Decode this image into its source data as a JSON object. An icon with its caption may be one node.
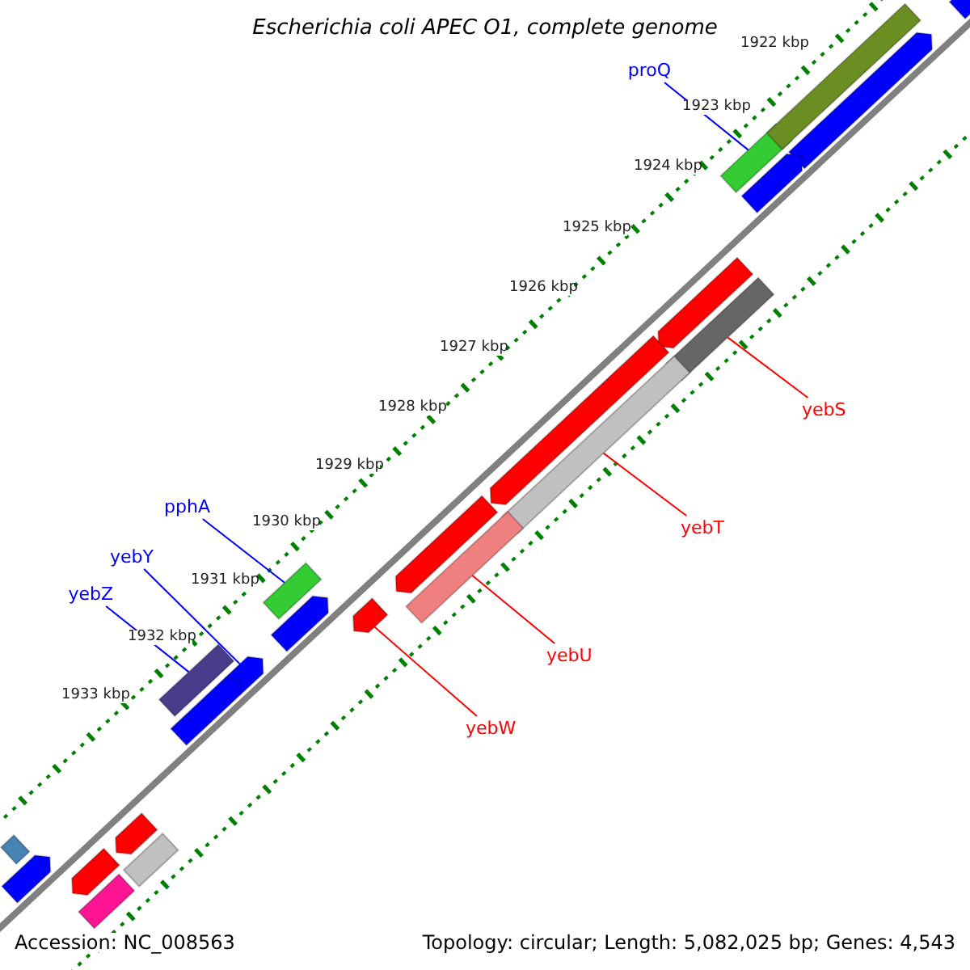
{
  "diagram": {
    "title": "Escherichia coli APEC O1, complete genome",
    "nodes": [
      {
        "text": [
          "proQ"
        ]
      },
      {
        "text": [],
        "shape": "bar"
      },
      {
        "text": [
          "pphA"
        ]
      },
      {
        "text": [],
        "shape": "bar"
      },
      {
        "text": [
          "yebY"
        ]
      },
      {
        "text": [],
        "shape": "bar"
      },
      {
        "text": [
          "yebZ"
        ]
      },
      {
        "text": [],
        "shape": "bar"
      },
      {
        "text": [
          "yebS"
        ]
      },
      {
        "text": [],
        "shape": "bar"
      },
      {
        "text": [
          "yebT"
        ]
      },
      {
        "text": [],
        "shape": "bar"
      },
      {
        "text": [
          "yebU"
        ]
      },
      {
        "text": [],
        "shape": "bar"
      },
      {
        "text": [
          "yebW"
        ]
      },
      {
        "text": [],
        "shape": "bar"
      },
      {
        "text": [],
        "shape": "bar"
      },
      {
        "text": [],
        "shape": "bar"
      },
      {
        "text": [],
        "shape": "bar"
      },
      {
        "text": [],
        "shape": "bar"
      },
      {
        "text": [],
        "shape": "bar"
      },
      {
        "text": [],
        "shape": "bar"
      },
      {
        "text": [],
        "shape": "bar"
      },
      {
        "text": [],
        "shape": "bar"
      },
      {
        "text": [],
        "shape": "bar"
      },
      {
        "text": [],
        "shape": "bar"
      },
      {
        "text": [],
        "shape": "bar"
      },
      {
        "text": [],
        "shape": "bar"
      },
      {
        "text": [],
        "shape": "bar"
      },
      {
        "text": [],
        "shape": "bar"
      },
      {
        "text": [],
        "shape": "bar"
      }
    ],
    "edges": [
      {
        "from": 0,
        "to": 1,
        "arrow": "none",
        "color": "#0000ff"
      },
      {
        "from": 2,
        "to": 3,
        "arrow": "none",
        "color": "#0000ff"
      },
      {
        "from": 4,
        "to": 5,
        "arrow": "none",
        "color": "#0000ff"
      },
      {
        "from": 6,
        "to": 7,
        "arrow": "none",
        "color": "#0000ff"
      },
      {
        "from": 8,
        "to": 9,
        "arrow": "none",
        "color": "#ff0000"
      },
      {
        "from": 10,
        "to": 11,
        "arrow": "none",
        "color": "#ff0000"
      },
      {
        "from": 12,
        "to": 13,
        "arrow": "none",
        "color": "#ff0000"
      },
      {
        "from": 14,
        "to": 15,
        "arrow": "none",
        "color": "#ff0000"
      }
    ],
    "labels": [
      "1922 kbp",
      "1923 kbp",
      "1924 kbp",
      "1925 kbp",
      "1926 kbp",
      "1927 kbp",
      "1928 kbp",
      "1929 kbp",
      "1930 kbp",
      "1931 kbp",
      "1932 kbp",
      "1933 kbp",
      "Accession: NC_008563",
      "Topology: circular; Length: 5,082,025 bp; Genes: 4,543"
    ]
  }
}
